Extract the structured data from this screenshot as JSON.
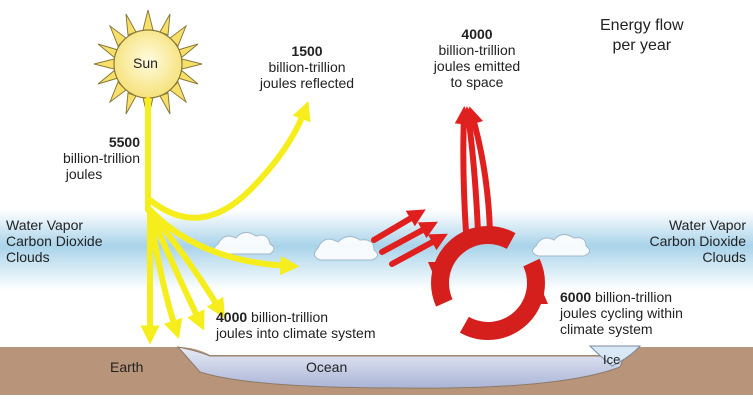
{
  "title": {
    "line1": "Energy flow",
    "line2": "per year"
  },
  "sun": {
    "label": "Sun",
    "icon": "sun-icon"
  },
  "incoming": {
    "amount": "5500",
    "line2": "billion-trillion",
    "line3": "joules"
  },
  "reflected": {
    "amount": "1500",
    "line2": "billion-trillion",
    "line3": "joules reflected"
  },
  "emitted": {
    "amount": "4000",
    "line2": "billion-trillion",
    "line3": "joules emitted",
    "line4": "to space"
  },
  "absorbed": {
    "amount": "4000",
    "rest": " billion-trillion",
    "line2": "joules into climate system"
  },
  "cycling": {
    "amount": "6000",
    "rest": " billion-trillion",
    "line2": "joules cycling within",
    "line3": "climate system"
  },
  "atmosphere_left": [
    "Water Vapor",
    "Carbon Dioxide",
    "Clouds"
  ],
  "atmosphere_right": [
    "Water Vapor",
    "Carbon Dioxide",
    "Clouds"
  ],
  "surface": {
    "earth": "Earth",
    "ocean": "Ocean",
    "ice": "Ice"
  },
  "colors": {
    "solar": "#f5ee1c",
    "heat": "#e0201e",
    "atmosphere": "#a9d3ea",
    "ground": "#b8957a",
    "ocean": "#b9c3e2"
  }
}
